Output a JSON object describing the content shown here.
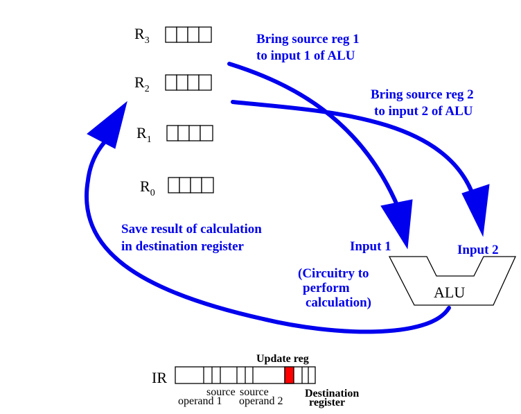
{
  "registers": [
    {
      "name": "R",
      "sub": "3"
    },
    {
      "name": "R",
      "sub": "2"
    },
    {
      "name": "R",
      "sub": "1"
    },
    {
      "name": "R",
      "sub": "0"
    }
  ],
  "annotations": {
    "bring_src1_line1": "Bring source reg 1",
    "bring_src1_line2": "to input 1 of ALU",
    "bring_src2_line1": "Bring source reg 2",
    "bring_src2_line2": "to input 2 of ALU",
    "save_line1": "Save result of calculation",
    "save_line2": "in destination register",
    "input1": "Input 1",
    "input2": "Input 2",
    "circuitry_line1": "(Circuitry to",
    "circuitry_line2": "perform",
    "circuitry_line3": "calculation)"
  },
  "alu": {
    "label": "ALU"
  },
  "ir": {
    "label": "IR",
    "update_reg": "Update reg",
    "src_op1_line1": "source",
    "src_op1_line2": "operand 1",
    "src_op2_line1": "source",
    "src_op2_line2": "operand 2",
    "dest_line1": "Destination",
    "dest_line2": "register"
  },
  "colors": {
    "arrow": "#0000ee",
    "text_blue": "#0000ee",
    "highlight": "#ff0000"
  }
}
